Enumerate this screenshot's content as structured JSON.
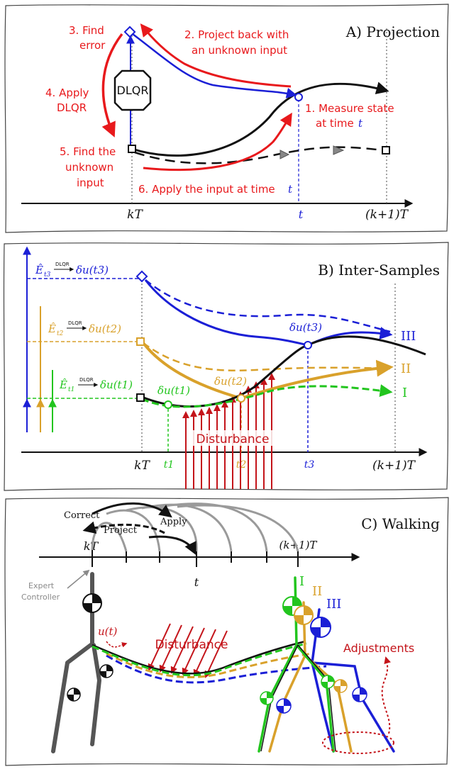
{
  "colors": {
    "red": "#e8191c",
    "blue": "#1b1fd6",
    "gold": "#d9a12b",
    "green": "#22c51e",
    "darkred": "#c4141a",
    "gray": "#8a8a8a",
    "black": "#111111"
  },
  "panelA": {
    "title": "A) Projection",
    "step1a": "1. Measure state",
    "step1b": "at time",
    "step1var": "t",
    "step2a": "2. Project back with",
    "step2b": "an unknown input",
    "step3a": "3. Find",
    "step3b": "error",
    "step4a": "4. Apply",
    "step4b": "DLQR",
    "step5a": "5. Find the",
    "step5b": "unknown",
    "step5c": "input",
    "step6": "6. Apply the input at time",
    "step6var": "t",
    "dlqr_box": "DLQR",
    "axis_kT": "kT",
    "axis_t": "t",
    "axis_k1T": "(k+1)T"
  },
  "panelB": {
    "title": "B) Inter-Samples",
    "e3": "Ê",
    "e3sub": "t3",
    "e2sub": "t2",
    "e1sub": "t1",
    "dlqr_small": "DLQR",
    "du3": "δu(t3)",
    "du2": "δu(t2)",
    "du1": "δu(t1)",
    "du3_curve": "δu(t3)",
    "du2_curve": "δu(t2)",
    "du1_curve": "δu(t1)",
    "disturbance": "Disturbance",
    "label_I": "I",
    "label_II": "II",
    "label_III": "III",
    "axis_kT": "kT",
    "axis_t1": "t1",
    "axis_t2": "t2",
    "axis_t3": "t3",
    "axis_k1T": "(k+1)T"
  },
  "panelC": {
    "title": "C) Walking",
    "correct": "Correct",
    "project": "Project",
    "apply": "Apply",
    "axis_kT": "kT",
    "axis_k1T": "(k+1)T",
    "axis_t": "t",
    "expert_a": "Expert",
    "expert_b": "Controller",
    "ut": "u(t)",
    "disturbance": "Disturbance",
    "adjustments": "Adjustments",
    "label_I": "I",
    "label_II": "II",
    "label_III": "III"
  }
}
